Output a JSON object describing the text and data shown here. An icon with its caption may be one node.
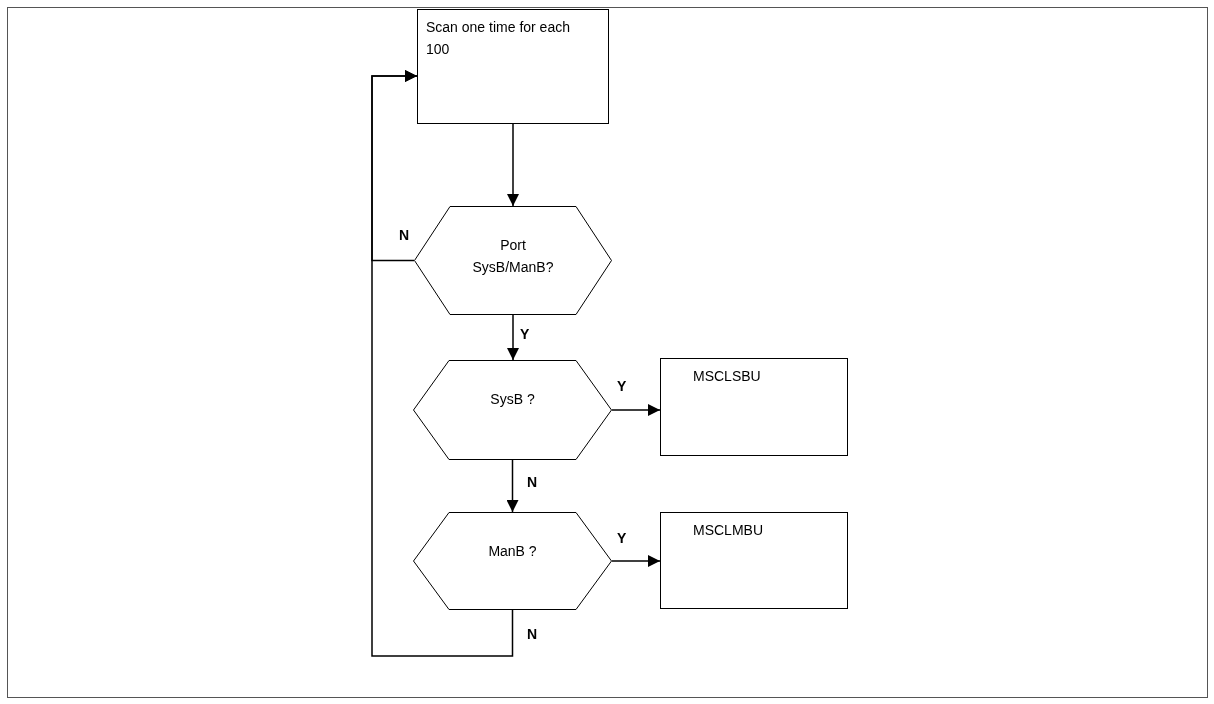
{
  "diagram": {
    "nodes": [
      {
        "text": [
          "Scan one time for each 100"
        ]
      },
      {
        "text": [
          "Port SysB/ManB?"
        ]
      },
      {
        "text": [
          "SysB ?"
        ]
      },
      {
        "text": [
          "MSCLSBU"
        ]
      },
      {
        "text": [
          "ManB ?"
        ]
      },
      {
        "text": [
          "MSCLMBU"
        ]
      }
    ],
    "edges": [
      {
        "from": 0,
        "to": 1,
        "arrow": "to"
      },
      {
        "from": 1,
        "to": 2,
        "arrow": "to",
        "label": "Y"
      },
      {
        "from": 1,
        "to": 0,
        "arrow": "to",
        "label": "N"
      },
      {
        "from": 2,
        "to": 3,
        "arrow": "to",
        "label": "Y"
      },
      {
        "from": 2,
        "to": 4,
        "arrow": "to",
        "label": "N"
      },
      {
        "from": 4,
        "to": 5,
        "arrow": "to",
        "label": "Y"
      },
      {
        "from": 4,
        "to": 0,
        "arrow": "to",
        "label": "N"
      }
    ]
  }
}
